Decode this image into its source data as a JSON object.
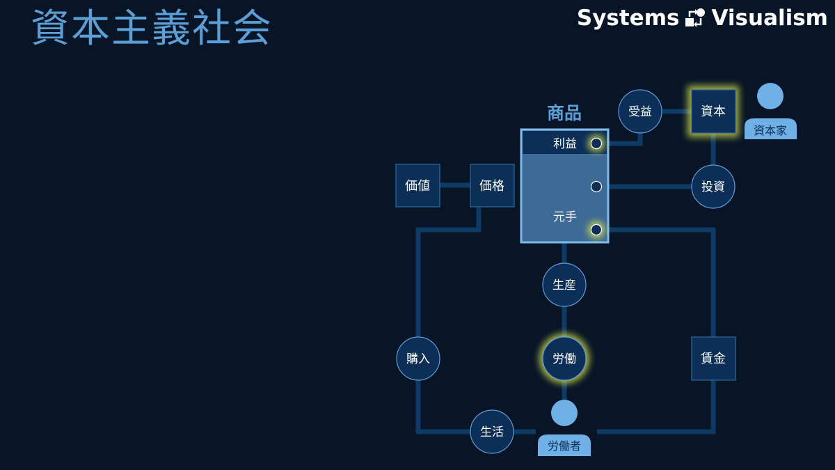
{
  "title": "資本主義社会",
  "brand": {
    "left": "Systems",
    "right": "Visualism",
    "icon": "loop-arrows-icon"
  },
  "colors": {
    "background": "#071527",
    "accent": "#5c9fd6",
    "node_fill": "#0c2e57",
    "connector": "#0e3a66",
    "highlight": "#d9e14a",
    "actor": "#6fb0e6"
  },
  "commodity": {
    "title": "商品",
    "profit": "利益",
    "principal": "元手"
  },
  "stocks": {
    "value": "価値",
    "price": "価格",
    "capital": "資本",
    "wage": "賃金"
  },
  "flows": {
    "return": "受益",
    "investment": "投資",
    "production": "生産",
    "labor": "労働",
    "purchase": "購入",
    "living": "生活"
  },
  "actors": {
    "capitalist": "資本家",
    "worker": "労働者"
  }
}
